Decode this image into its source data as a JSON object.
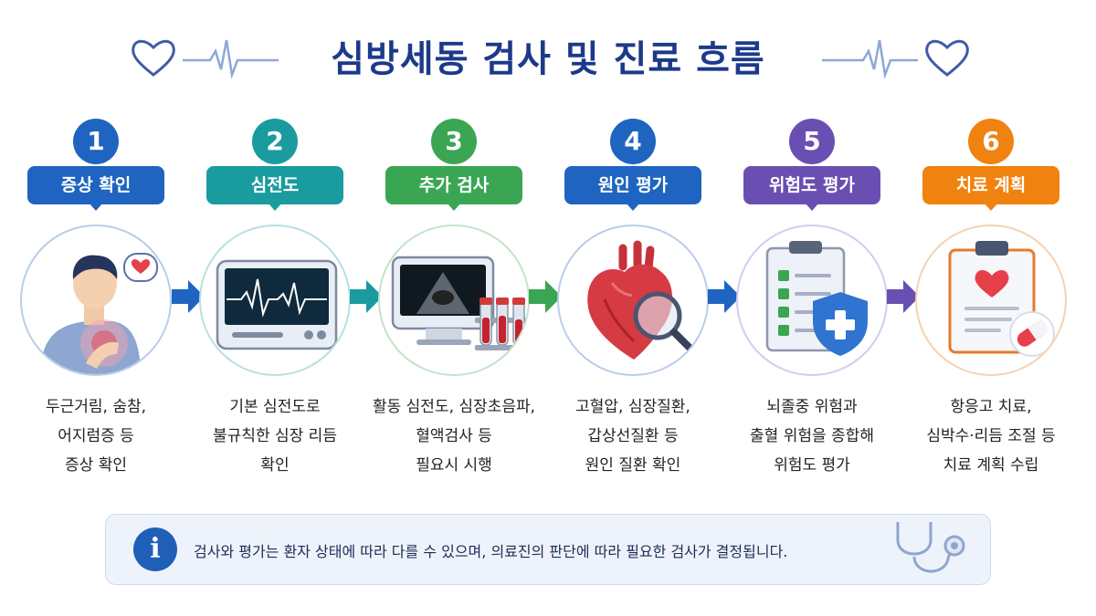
{
  "title": "심방세동 검사 및 진료 흐름",
  "steps": [
    {
      "number": "1",
      "label": "증상 확인",
      "color": "#1f64c0",
      "desc": [
        "두근거림, 숨참,",
        "어지럼증 등",
        "증상 확인"
      ],
      "icon": "chest-pain-person-icon"
    },
    {
      "number": "2",
      "label": "심전도",
      "color": "#1a9ba0",
      "desc": [
        "기본 심전도로",
        "불규칙한 심장 리듬",
        "확인"
      ],
      "icon": "ecg-monitor-icon"
    },
    {
      "number": "3",
      "label": "추가 검사",
      "color": "#3aa653",
      "desc": [
        "활동 심전도, 심장초음파,",
        "혈액검사 등",
        "필요시 시행"
      ],
      "icon": "ultrasound-blood-test-icon"
    },
    {
      "number": "4",
      "label": "원인 평가",
      "color": "#1f64c0",
      "desc": [
        "고혈압, 심장질환,",
        "갑상선질환 등",
        "원인 질환 확인"
      ],
      "icon": "heart-magnifier-icon"
    },
    {
      "number": "5",
      "label": "위험도 평가",
      "color": "#6a4fb3",
      "desc": [
        "뇌졸중 위험과",
        "출혈 위험을 종합해",
        "위험도 평가"
      ],
      "icon": "checklist-shield-icon"
    },
    {
      "number": "6",
      "label": "치료 계획",
      "color": "#f0820f",
      "desc": [
        "항응고 치료,",
        "심박수·리듬 조절 등",
        "치료 계획 수립"
      ],
      "icon": "clipboard-heart-pill-icon"
    }
  ],
  "note": {
    "icon": "info-icon",
    "icon_glyph": "i",
    "text": "검사와 평가는 환자 상태에 따라 다를 수 있으며, 의료진의 판단에 따라 필요한 검사가 결정됩니다."
  },
  "decor": {
    "left": "heart-ecg-icon",
    "right": "heart-ecg-icon",
    "note_right": "stethoscope-icon"
  }
}
